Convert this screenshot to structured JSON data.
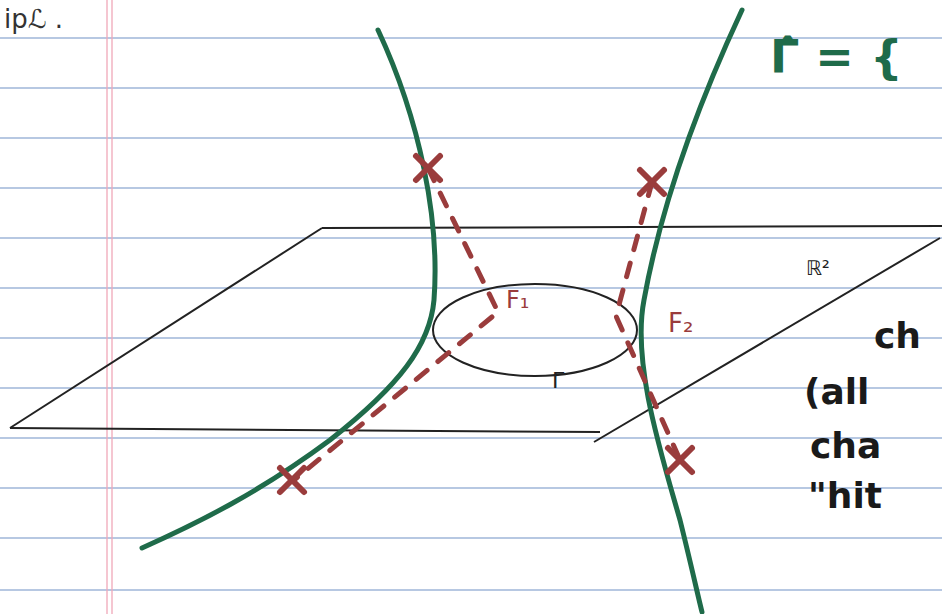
{
  "diagram": {
    "labels": [
      "ipℒ .",
      "Γ̂ = {",
      "ℝ²",
      "F₁",
      "F₂",
      "Γ",
      "ch",
      "(all",
      "cha",
      "\"hit"
    ]
  }
}
